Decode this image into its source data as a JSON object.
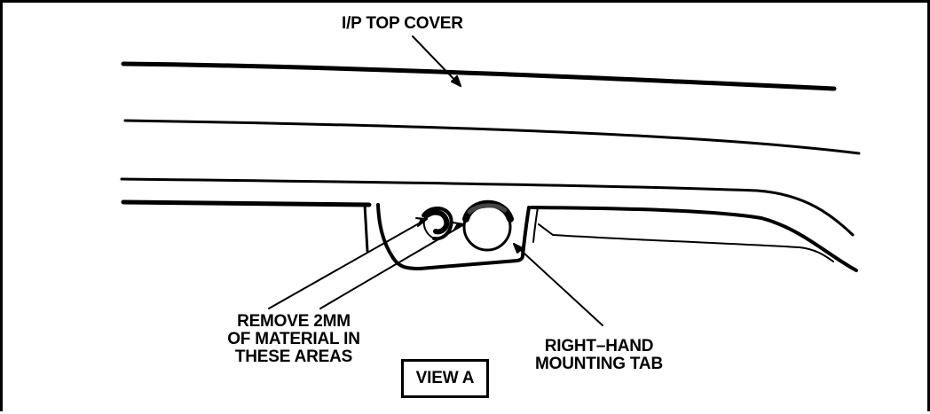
{
  "labels": {
    "top_cover": "I/P TOP COVER",
    "remove_line1": "REMOVE 2MM",
    "remove_line2": "OF MATERIAL IN",
    "remove_line3": "THESE AREAS",
    "tab_line1": "RIGHT–HAND",
    "tab_line2": "MOUNTING TAB",
    "view": "VIEW A"
  },
  "colors": {
    "ink": "#000000",
    "paper": "#ffffff"
  }
}
